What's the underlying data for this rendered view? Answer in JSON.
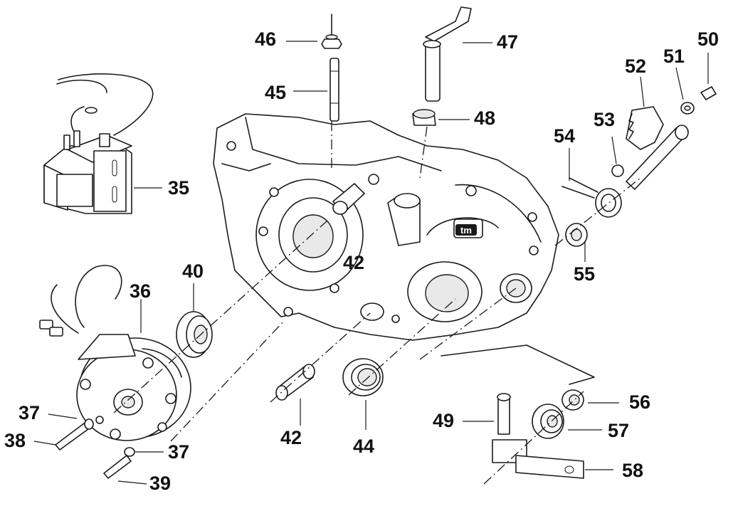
{
  "diagram": {
    "callouts": [
      {
        "id": "35",
        "label": "35"
      },
      {
        "id": "36",
        "label": "36"
      },
      {
        "id": "37a",
        "label": "37"
      },
      {
        "id": "37b",
        "label": "37"
      },
      {
        "id": "38",
        "label": "38"
      },
      {
        "id": "39",
        "label": "39"
      },
      {
        "id": "40",
        "label": "40"
      },
      {
        "id": "42a",
        "label": "42"
      },
      {
        "id": "42b",
        "label": "42"
      },
      {
        "id": "44",
        "label": "44"
      },
      {
        "id": "45",
        "label": "45"
      },
      {
        "id": "46",
        "label": "46"
      },
      {
        "id": "47",
        "label": "47"
      },
      {
        "id": "48",
        "label": "48"
      },
      {
        "id": "49",
        "label": "49"
      },
      {
        "id": "50",
        "label": "50"
      },
      {
        "id": "51",
        "label": "51"
      },
      {
        "id": "52",
        "label": "52"
      },
      {
        "id": "53",
        "label": "53"
      },
      {
        "id": "54",
        "label": "54"
      },
      {
        "id": "55",
        "label": "55"
      },
      {
        "id": "56",
        "label": "56"
      },
      {
        "id": "57",
        "label": "57"
      },
      {
        "id": "58",
        "label": "58"
      }
    ],
    "logo_text": "tm",
    "colors": {
      "ink": "#1a1a1a",
      "background": "#ffffff"
    }
  }
}
